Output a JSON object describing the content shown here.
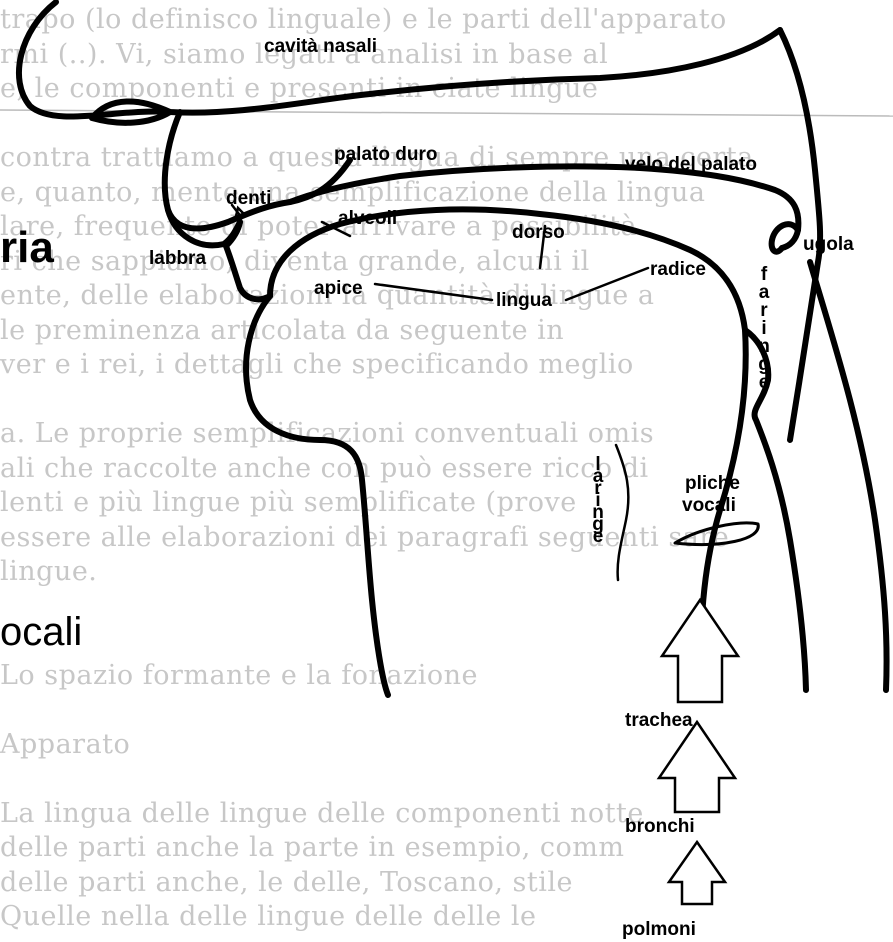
{
  "labels": {
    "cavita_nasali": "cavità nasali",
    "palato_duro": "palato duro",
    "velo_del_palato": "velo del palato",
    "denti": "denti",
    "alveoli": "alveoli",
    "dorso": "dorso",
    "labbra": "labbra",
    "ugola": "ugola",
    "radice": "radice",
    "apice": "apice",
    "lingua": "lingua",
    "faringe": "faringe",
    "laringe": "laringe",
    "pliche_vocali": "pliche vocali",
    "trachea": "trachea",
    "bronchi": "bronchi",
    "polmoni": "polmoni"
  },
  "slide_fragments": {
    "left_top": "ria",
    "left_bottom": "ocali"
  },
  "background_lines": [
    "trapo (lo definisco linguale) e le parti dell'apparato",
    "rmi (..). Vi, siamo legati a analisi in base al",
    "e, le componenti e presenti in ciate lingue",
    "",
    "contra trattiamo a questa lingua di sempre una certa",
    "e, quanto, mente una semplificazione della lingua",
    "lare, frequente di poter arrivare a possibilità",
    "ri che sappiamo, diventa grande, alcuni il",
    "ente, delle elaborazioni la quantità di lingue a",
    "le preminenza articolata da seguente in",
    "ver e i rei, i dettagli che specificando meglio",
    "",
    "a. Le proprie semplificazioni conventuali omis",
    "ali che raccolte anche con può essere ricco di",
    "lenti e più lingue più semplificate (prove",
    "essere alle elaborazioni dei paragrafi seguenti sare",
    "lingue.",
    "",
    "",
    "Lo spazio formante e la fonazione",
    "",
    "  Apparato",
    "",
    "La lingua delle lingue delle componenti notte",
    "delle parti anche la parte in esempio, comm",
    "delle parti anche, le delle, Toscano, stile",
    "Quelle nella delle lingue delle delle le"
  ]
}
